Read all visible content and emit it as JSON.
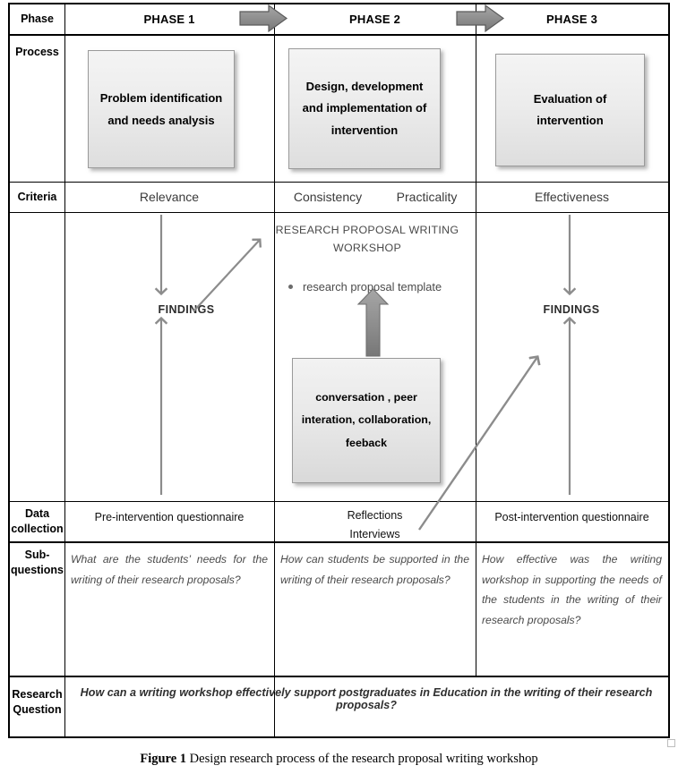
{
  "figure": {
    "caption_label": "Figure 1",
    "caption_text": "Design research process of the research proposal writing workshop"
  },
  "table": {
    "row_labels": {
      "phase": "Phase",
      "process": "Process",
      "criteria": "Criteria",
      "data_collection_line1": "Data",
      "data_collection_line2": "collection",
      "sub_questions_line1": "Sub-",
      "sub_questions_line2": "questions",
      "research_question_line1": "Research",
      "research_question_line2": "Question"
    },
    "phases": [
      {
        "header": "PHASE 1",
        "criteria": "Relevance",
        "data_collection": "Pre-intervention questionnaire"
      },
      {
        "header": "PHASE 2",
        "criteria_a": "Consistency",
        "criteria_b": "Practicality",
        "data_collection_line1": "Reflections",
        "data_collection_line2": "Interviews"
      },
      {
        "header": "PHASE 3",
        "criteria": "Effectiveness",
        "data_collection": "Post-intervention questionnaire"
      }
    ],
    "process_boxes": [
      "Problem identification and needs analysis",
      "Design, development and implementation of intervention",
      "Evaluation of intervention"
    ],
    "sub_questions": [
      "What are the students’ needs for the writing of their research proposals?",
      "How can students be supported in the writing of their research proposals?",
      "How effective was the writing workshop in supporting the needs of the students in the writing of their research proposals?"
    ],
    "research_question": "How can a writing workshop effectively support postgraduates in Education in the writing of their research proposals?"
  },
  "middle_column": {
    "workshop_title_line1": "RESEARCH PROPOSAL WRITING",
    "workshop_title_line2": "WORKSHOP",
    "bullet_item": "research proposal template",
    "conversation_box": "conversation , peer interation, collaboration, feeback"
  },
  "findings": {
    "left": "FINDINGS",
    "right": "FINDINGS"
  },
  "colors": {
    "box_fill_light": "#f4f4f4",
    "box_fill_dark": "#dedede",
    "box_border": "#9a9a9a",
    "arrow_gray": "#8c8c8c",
    "block_arrow_fill": "#8a8a8a",
    "block_arrow_stroke": "#545454",
    "table_border": "#000000",
    "muted_text": "#4a4a4a"
  }
}
